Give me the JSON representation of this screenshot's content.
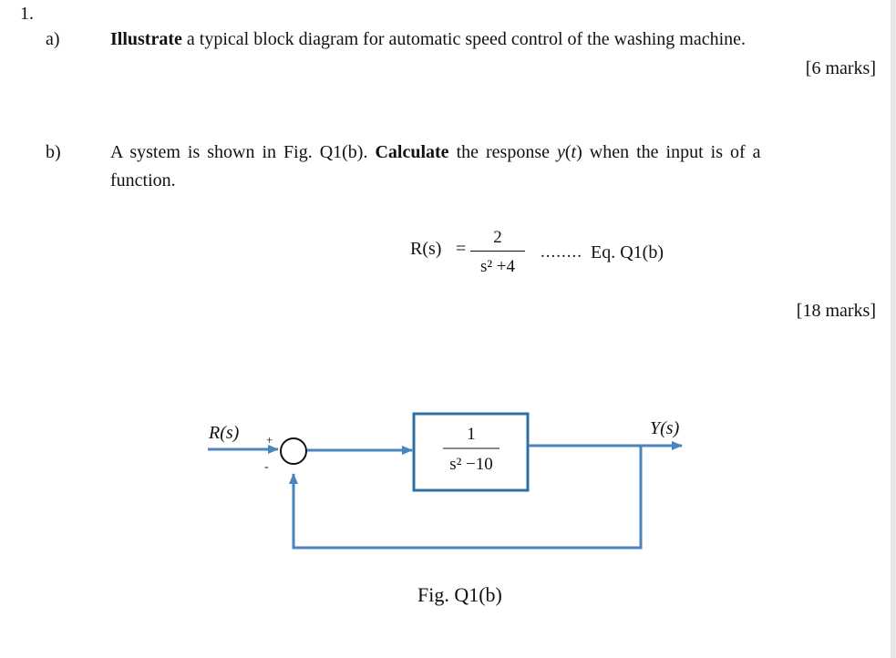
{
  "question": {
    "number": "1.",
    "part_a": {
      "label": "a)",
      "bold_word": "Illustrate",
      "text": "a typical block diagram for automatic speed control of the washing machine.",
      "marks": "[6 marks]"
    },
    "part_b": {
      "label": "b)",
      "text_1": "A system is shown in Fig. Q1(b).",
      "bold_word": "Calculate",
      "text_2": "the response",
      "var": "y",
      "var_arg": "t",
      "text_3": "when the input is of a",
      "line2": "function.",
      "marks": "[18 marks]"
    }
  },
  "equation": {
    "lhs": "R(s)",
    "equals": "=",
    "numerator": "2",
    "denominator": "s² +4",
    "dots": "........",
    "ref": "Eq. Q1(b)"
  },
  "diagram": {
    "input_label": "R(s)",
    "output_label": "Y(s)",
    "plus_sign": "+",
    "minus_sign": "-",
    "tf_numerator": "1",
    "tf_denominator": "s² −10",
    "caption": "Fig. Q1(b)",
    "line_color": "#4a86bd",
    "box_color": "#2f6fa8"
  }
}
